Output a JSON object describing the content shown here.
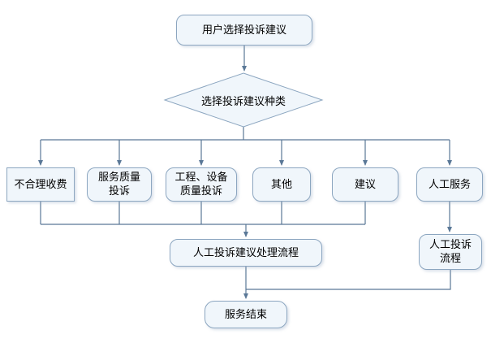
{
  "diagram_title": "complaint-suggestion-handling-flowchart",
  "colors": {
    "node_fill": "#f0f6fb",
    "node_border": "#8ca6c0",
    "connector": "#5a7897",
    "text": "#000000"
  },
  "nodes": {
    "start": {
      "lines": [
        "用户选择投诉建议"
      ]
    },
    "decision": {
      "lines": [
        "选择投诉建议种类"
      ]
    },
    "unreasonable_fee": {
      "lines": [
        "不合理收费"
      ]
    },
    "service_quality": {
      "lines": [
        "服务质量",
        "投诉"
      ]
    },
    "engineering_equipment": {
      "lines": [
        "工程、设备",
        "质量投诉"
      ]
    },
    "other": {
      "lines": [
        "其他"
      ]
    },
    "suggestion": {
      "lines": [
        "建议"
      ]
    },
    "manual_service": {
      "lines": [
        "人工服务"
      ]
    },
    "manual_handle_process": {
      "lines": [
        "人工投诉建议处理流程"
      ]
    },
    "manual_complaint_flow": {
      "lines": [
        "人工投诉",
        "流程"
      ]
    },
    "end": {
      "lines": [
        "服务结束"
      ]
    }
  }
}
